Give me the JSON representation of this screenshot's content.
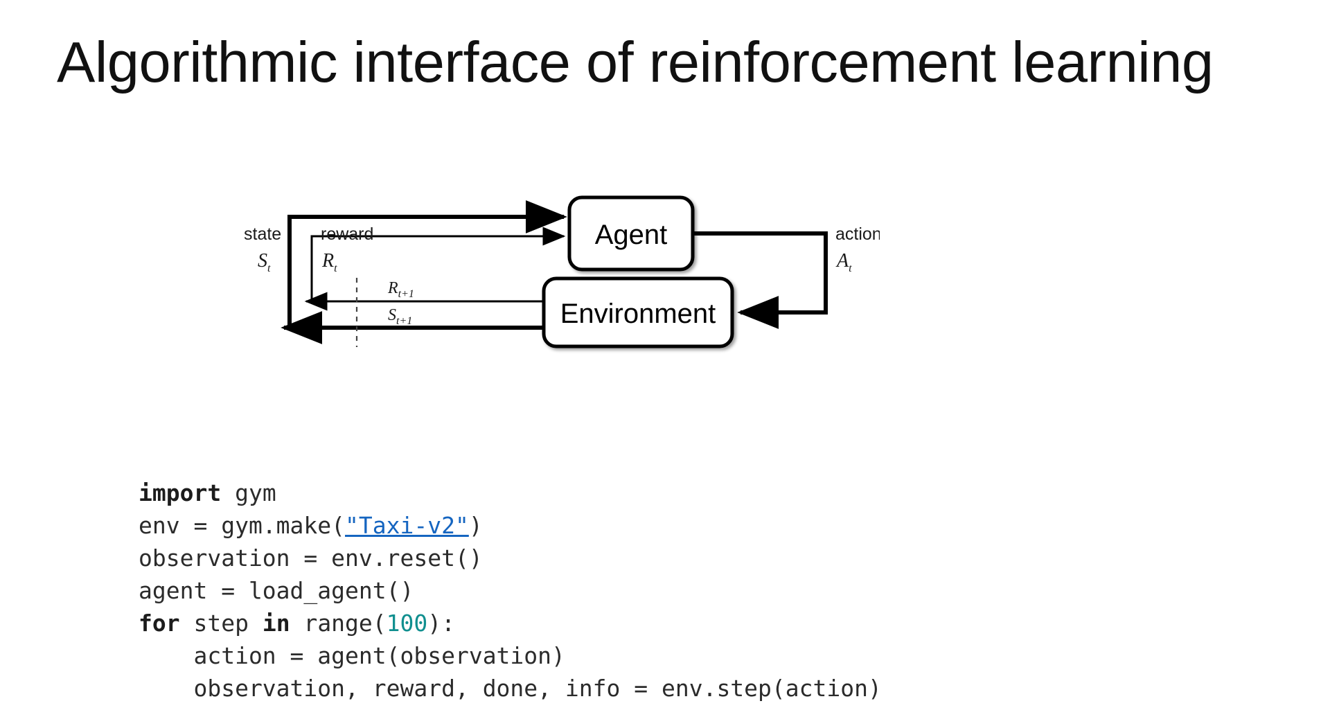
{
  "slide": {
    "title": "Algorithmic interface of reinforcement learning",
    "background_color": "#ffffff"
  },
  "diagram": {
    "name": "agent-environment-interaction-loop",
    "nodes": [
      {
        "id": "agent",
        "label": "Agent"
      },
      {
        "id": "environment",
        "label": "Environment"
      }
    ],
    "edges": [
      {
        "id": "state",
        "label": "state",
        "symbol": "S",
        "subscript": "t"
      },
      {
        "id": "reward",
        "label": "reward",
        "symbol": "R",
        "subscript": "t"
      },
      {
        "id": "action",
        "label": "action",
        "symbol": "A",
        "subscript": "t"
      }
    ],
    "next_step_labels": [
      {
        "id": "reward-next",
        "symbol": "R",
        "subscript": "t+1"
      },
      {
        "id": "state-next",
        "symbol": "S",
        "subscript": "t+1"
      }
    ],
    "stroke_color": "#000000",
    "fill_color": "#ffffff"
  },
  "code": {
    "language": "python",
    "link_color": "#1565c0",
    "number_color": "#108f8f",
    "keyword_color": "#1c1c1c",
    "lines": [
      {
        "id": "line-1",
        "tokens": [
          {
            "t": "import",
            "k": "kw"
          },
          {
            "t": " gym",
            "k": "plain"
          }
        ]
      },
      {
        "id": "line-2",
        "tokens": [
          {
            "t": "env = gym.make(",
            "k": "plain"
          },
          {
            "t": "\"Taxi-v2\"",
            "k": "link"
          },
          {
            "t": ")",
            "k": "plain"
          }
        ]
      },
      {
        "id": "line-3",
        "tokens": [
          {
            "t": "observation = env.reset()",
            "k": "plain"
          }
        ]
      },
      {
        "id": "line-4",
        "tokens": [
          {
            "t": "agent = load_agent()",
            "k": "plain"
          }
        ]
      },
      {
        "id": "line-5",
        "tokens": [
          {
            "t": "for",
            "k": "kw"
          },
          {
            "t": " step ",
            "k": "plain"
          },
          {
            "t": "in",
            "k": "kw"
          },
          {
            "t": " range(",
            "k": "plain"
          },
          {
            "t": "100",
            "k": "num"
          },
          {
            "t": "):",
            "k": "plain"
          }
        ]
      },
      {
        "id": "line-6",
        "tokens": [
          {
            "t": "    action = agent(observation)",
            "k": "plain"
          }
        ]
      },
      {
        "id": "line-7",
        "tokens": [
          {
            "t": "    observation, reward, done, info = env.step(action)",
            "k": "plain"
          }
        ]
      }
    ]
  }
}
